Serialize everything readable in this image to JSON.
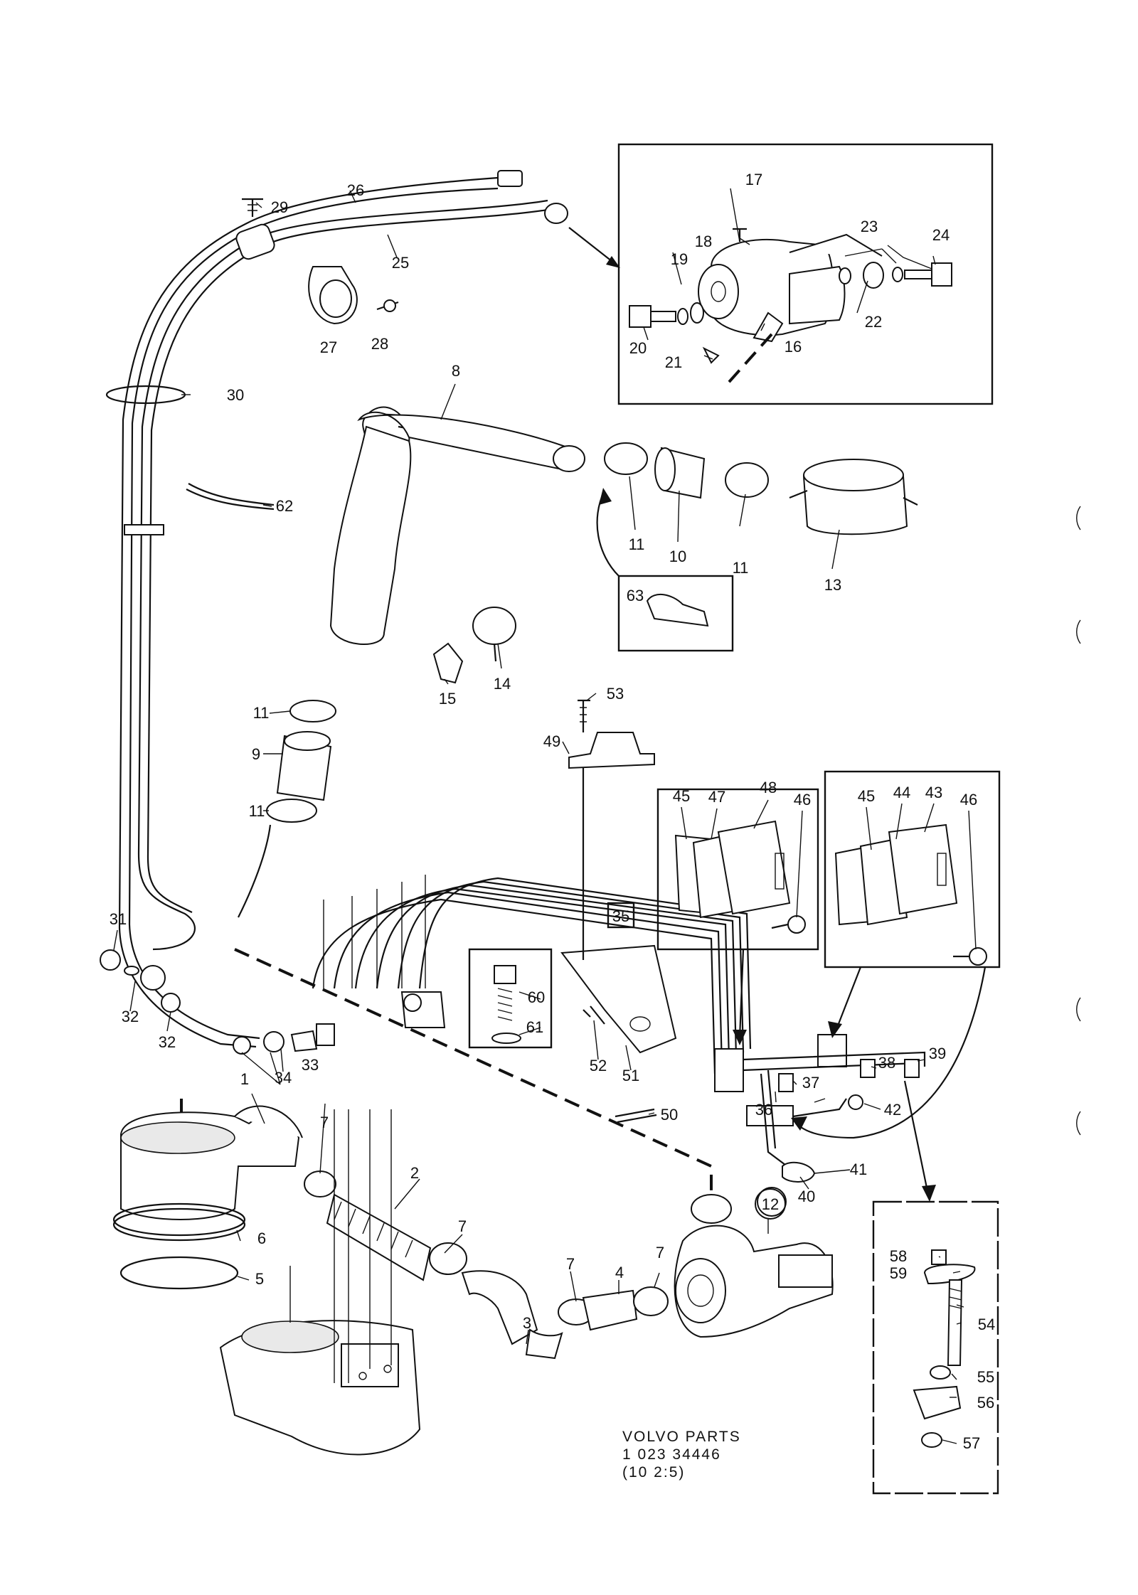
{
  "callouts": [
    "1",
    "2",
    "3",
    "4",
    "5",
    "6",
    "7",
    "8",
    "9",
    "10",
    "11",
    "12",
    "13",
    "14",
    "15",
    "16",
    "17",
    "18",
    "19",
    "20",
    "21",
    "22",
    "23",
    "24",
    "25",
    "26",
    "27",
    "28",
    "29",
    "30",
    "31",
    "32",
    "33",
    "34",
    "35",
    "36",
    "37",
    "38",
    "39",
    "40",
    "41",
    "42",
    "43",
    "44",
    "45",
    "46",
    "47",
    "48",
    "49",
    "50",
    "51",
    "52",
    "53",
    "54",
    "55",
    "56",
    "57",
    "58",
    "59",
    "60",
    "61",
    "62",
    "63"
  ],
  "footer": {
    "line1": "VOLVO PARTS",
    "line2": "1 023 34446",
    "line3": "(10 2:5)"
  }
}
